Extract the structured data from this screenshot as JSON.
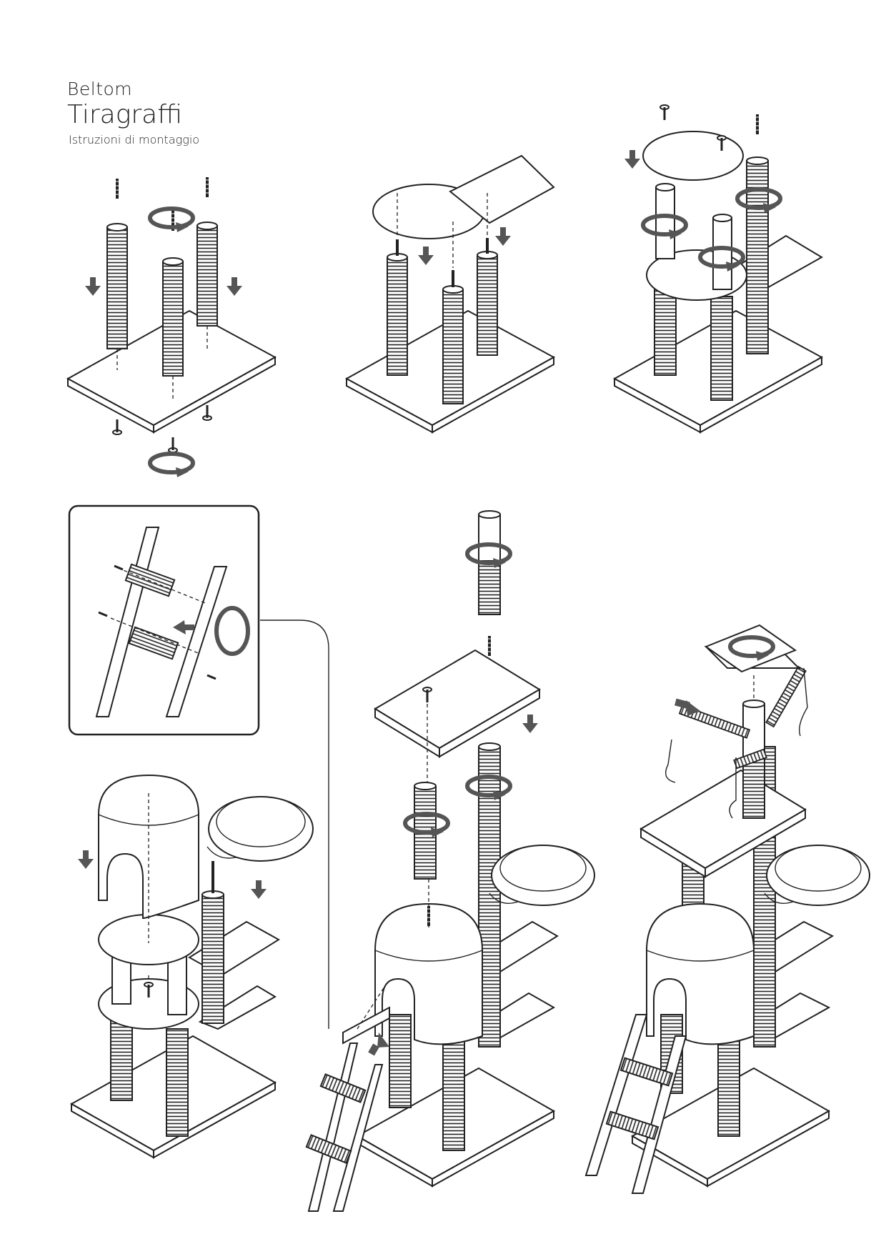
{
  "header": {
    "brand": "Beltom",
    "title": "Tiragraffi",
    "subtitle": "Istruzioni di montaggio"
  },
  "steps": [
    {
      "id": "step-1",
      "content": "base board, three scratching posts, screws"
    },
    {
      "id": "step-2",
      "content": "round platform and square platform placed on posts"
    },
    {
      "id": "step-3",
      "content": "round top platform with two short cylinders"
    },
    {
      "id": "step-4",
      "content": "ladder detail: two rails, two rungs, screws"
    },
    {
      "id": "step-5",
      "content": "cat house cylinder and basket bowl"
    },
    {
      "id": "step-6",
      "content": "upper post, square platform, ladder attached"
    },
    {
      "id": "step-7",
      "content": "complete tree with toys and top cap"
    }
  ],
  "colors": {
    "line": "#222222",
    "arrow": "#555555",
    "background": "#ffffff"
  }
}
